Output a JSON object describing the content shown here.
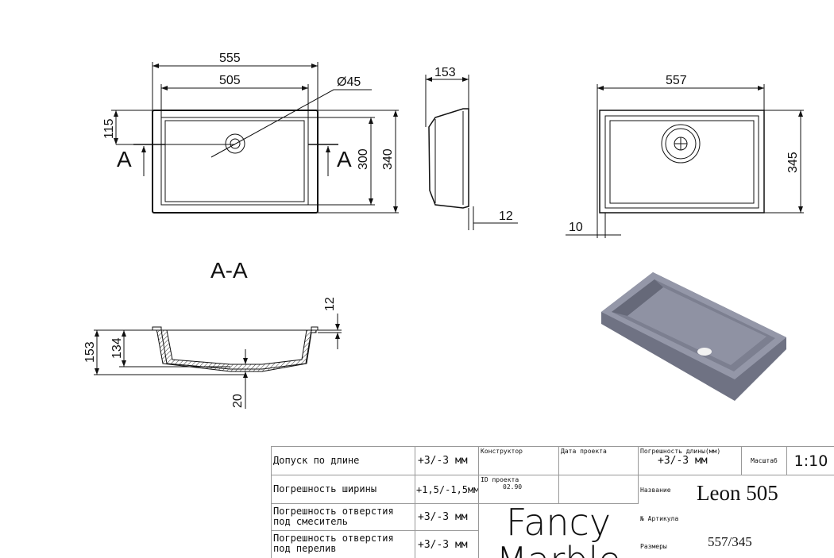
{
  "top_view": {
    "dim_total_width": "555",
    "dim_bowl_width": "505",
    "dim_hole": "Ø45",
    "dim_hole_offset": "115",
    "section_mark": "A",
    "dim_bowl_depth": "300",
    "dim_total_depth": "340"
  },
  "side_view": {
    "dim_height": "153",
    "dim_rim": "12"
  },
  "bottom_view": {
    "dim_width": "557",
    "dim_depth": "345",
    "dim_rim": "10"
  },
  "section": {
    "title": "A-A",
    "dim_rim": "12",
    "dim_total": "153",
    "dim_inner": "134",
    "dim_bottom": "20"
  },
  "title_block": {
    "rows": [
      {
        "label": "Допуск по длине",
        "value": "+3/-3 мм"
      },
      {
        "label": "Погрешность ширины",
        "value": "+1,5/-1,5мм"
      },
      {
        "label": "Погрешность отверстия под смеситель",
        "value": "+3/-3 мм"
      },
      {
        "label": "Погрешность отверстия под перелив",
        "value": "+3/-3 мм"
      }
    ],
    "designer_label": "Конструктор",
    "date_label": "Дата проекта",
    "project_id_label": "ID проекта",
    "project_id": "02.90",
    "brand": "Fancy Marble",
    "length_tol_label": "Погрешность длины(мм)",
    "length_tol": "+3/-3 мм",
    "scale_label": "Масштаб",
    "scale": "1:10",
    "name_label": "Название",
    "name": "Leon 505",
    "article_label": "№ Артикула",
    "size_label": "Размеры",
    "size": "557/345"
  },
  "colors": {
    "sink": "#8a8d9e",
    "sink_dark": "#6c6f80"
  }
}
